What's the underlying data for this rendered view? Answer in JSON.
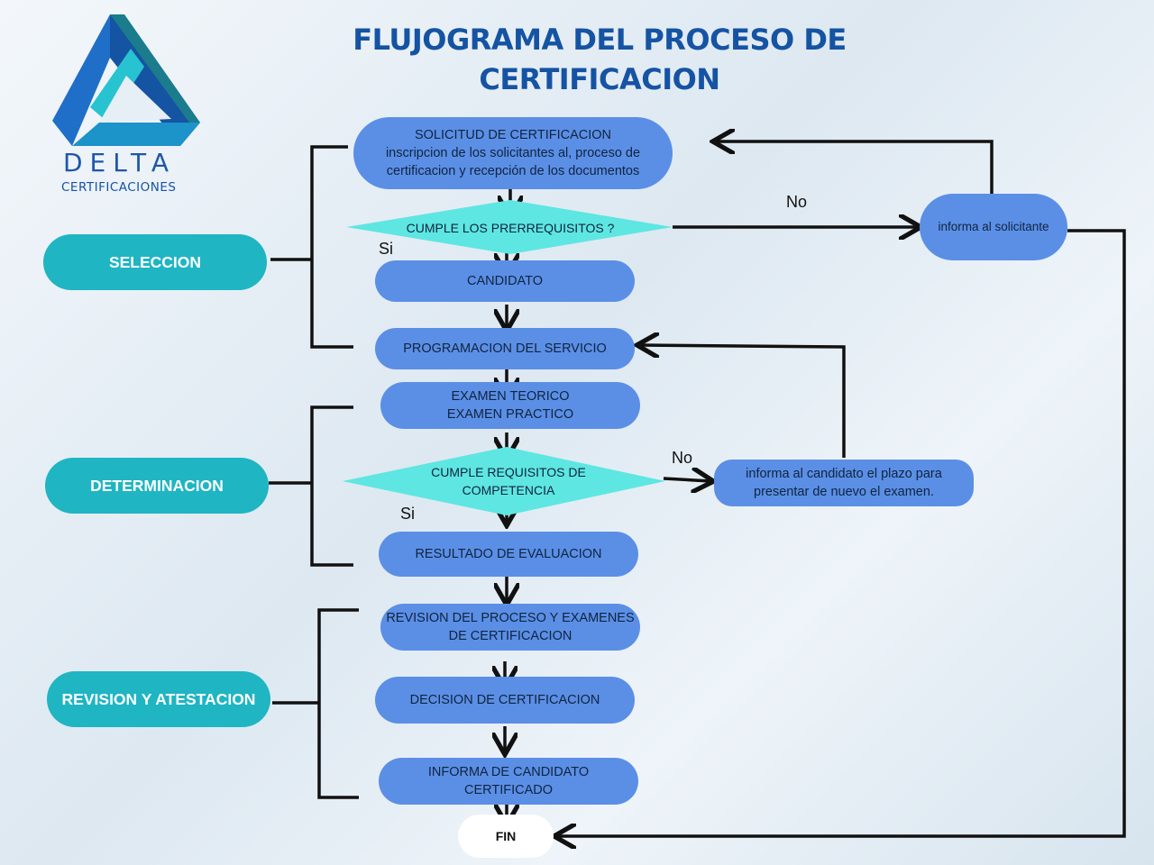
{
  "title": "FLUJOGRAMA DEL PROCESO DE\nCERTIFICACION",
  "logo": {
    "name": "DELTA",
    "subtitle": "CERTIFICACIONES"
  },
  "phases": [
    "SELECCION",
    "DETERMINACION",
    "REVISION Y ATESTACION"
  ],
  "nodes": {
    "solicitud": "SOLICITUD DE CERTIFICACION\ninscripcion  de los solicitantes al, proceso de\ncertificacion y recepción de los documentos",
    "prerequisitos": "CUMPLE LOS PRERREQUISITOS ?",
    "candidato": "CANDIDATO",
    "programacion": "PROGRAMACION DEL SERVICIO",
    "examen": "EXAMEN TEORICO\nEXAMEN PRACTICO",
    "competencia": "CUMPLE  REQUISITOS DE\nCOMPETENCIA",
    "resultado": "RESULTADO DE EVALUACION",
    "revision": "REVISION DEL PROCESO Y EXAMENES\nDE CERTIFICACION",
    "decision": "DECISION DE CERTIFICACION",
    "informa_certificado": "INFORMA DE CANDIDATO\nCERTIFICADO",
    "fin": "FIN",
    "informa_solicitante": "informa al solicitante",
    "informa_plazo": "informa al candidato  el plazo para\npresentar de nuevo el  examen."
  },
  "labels": {
    "no1": "No",
    "si1": "Si",
    "no2": "No",
    "si2": "Si"
  },
  "colors": {
    "title": "#1553a3",
    "process": "#5b8fe6",
    "decision": "#5ee6e2",
    "phase": "#1fb5c3"
  }
}
